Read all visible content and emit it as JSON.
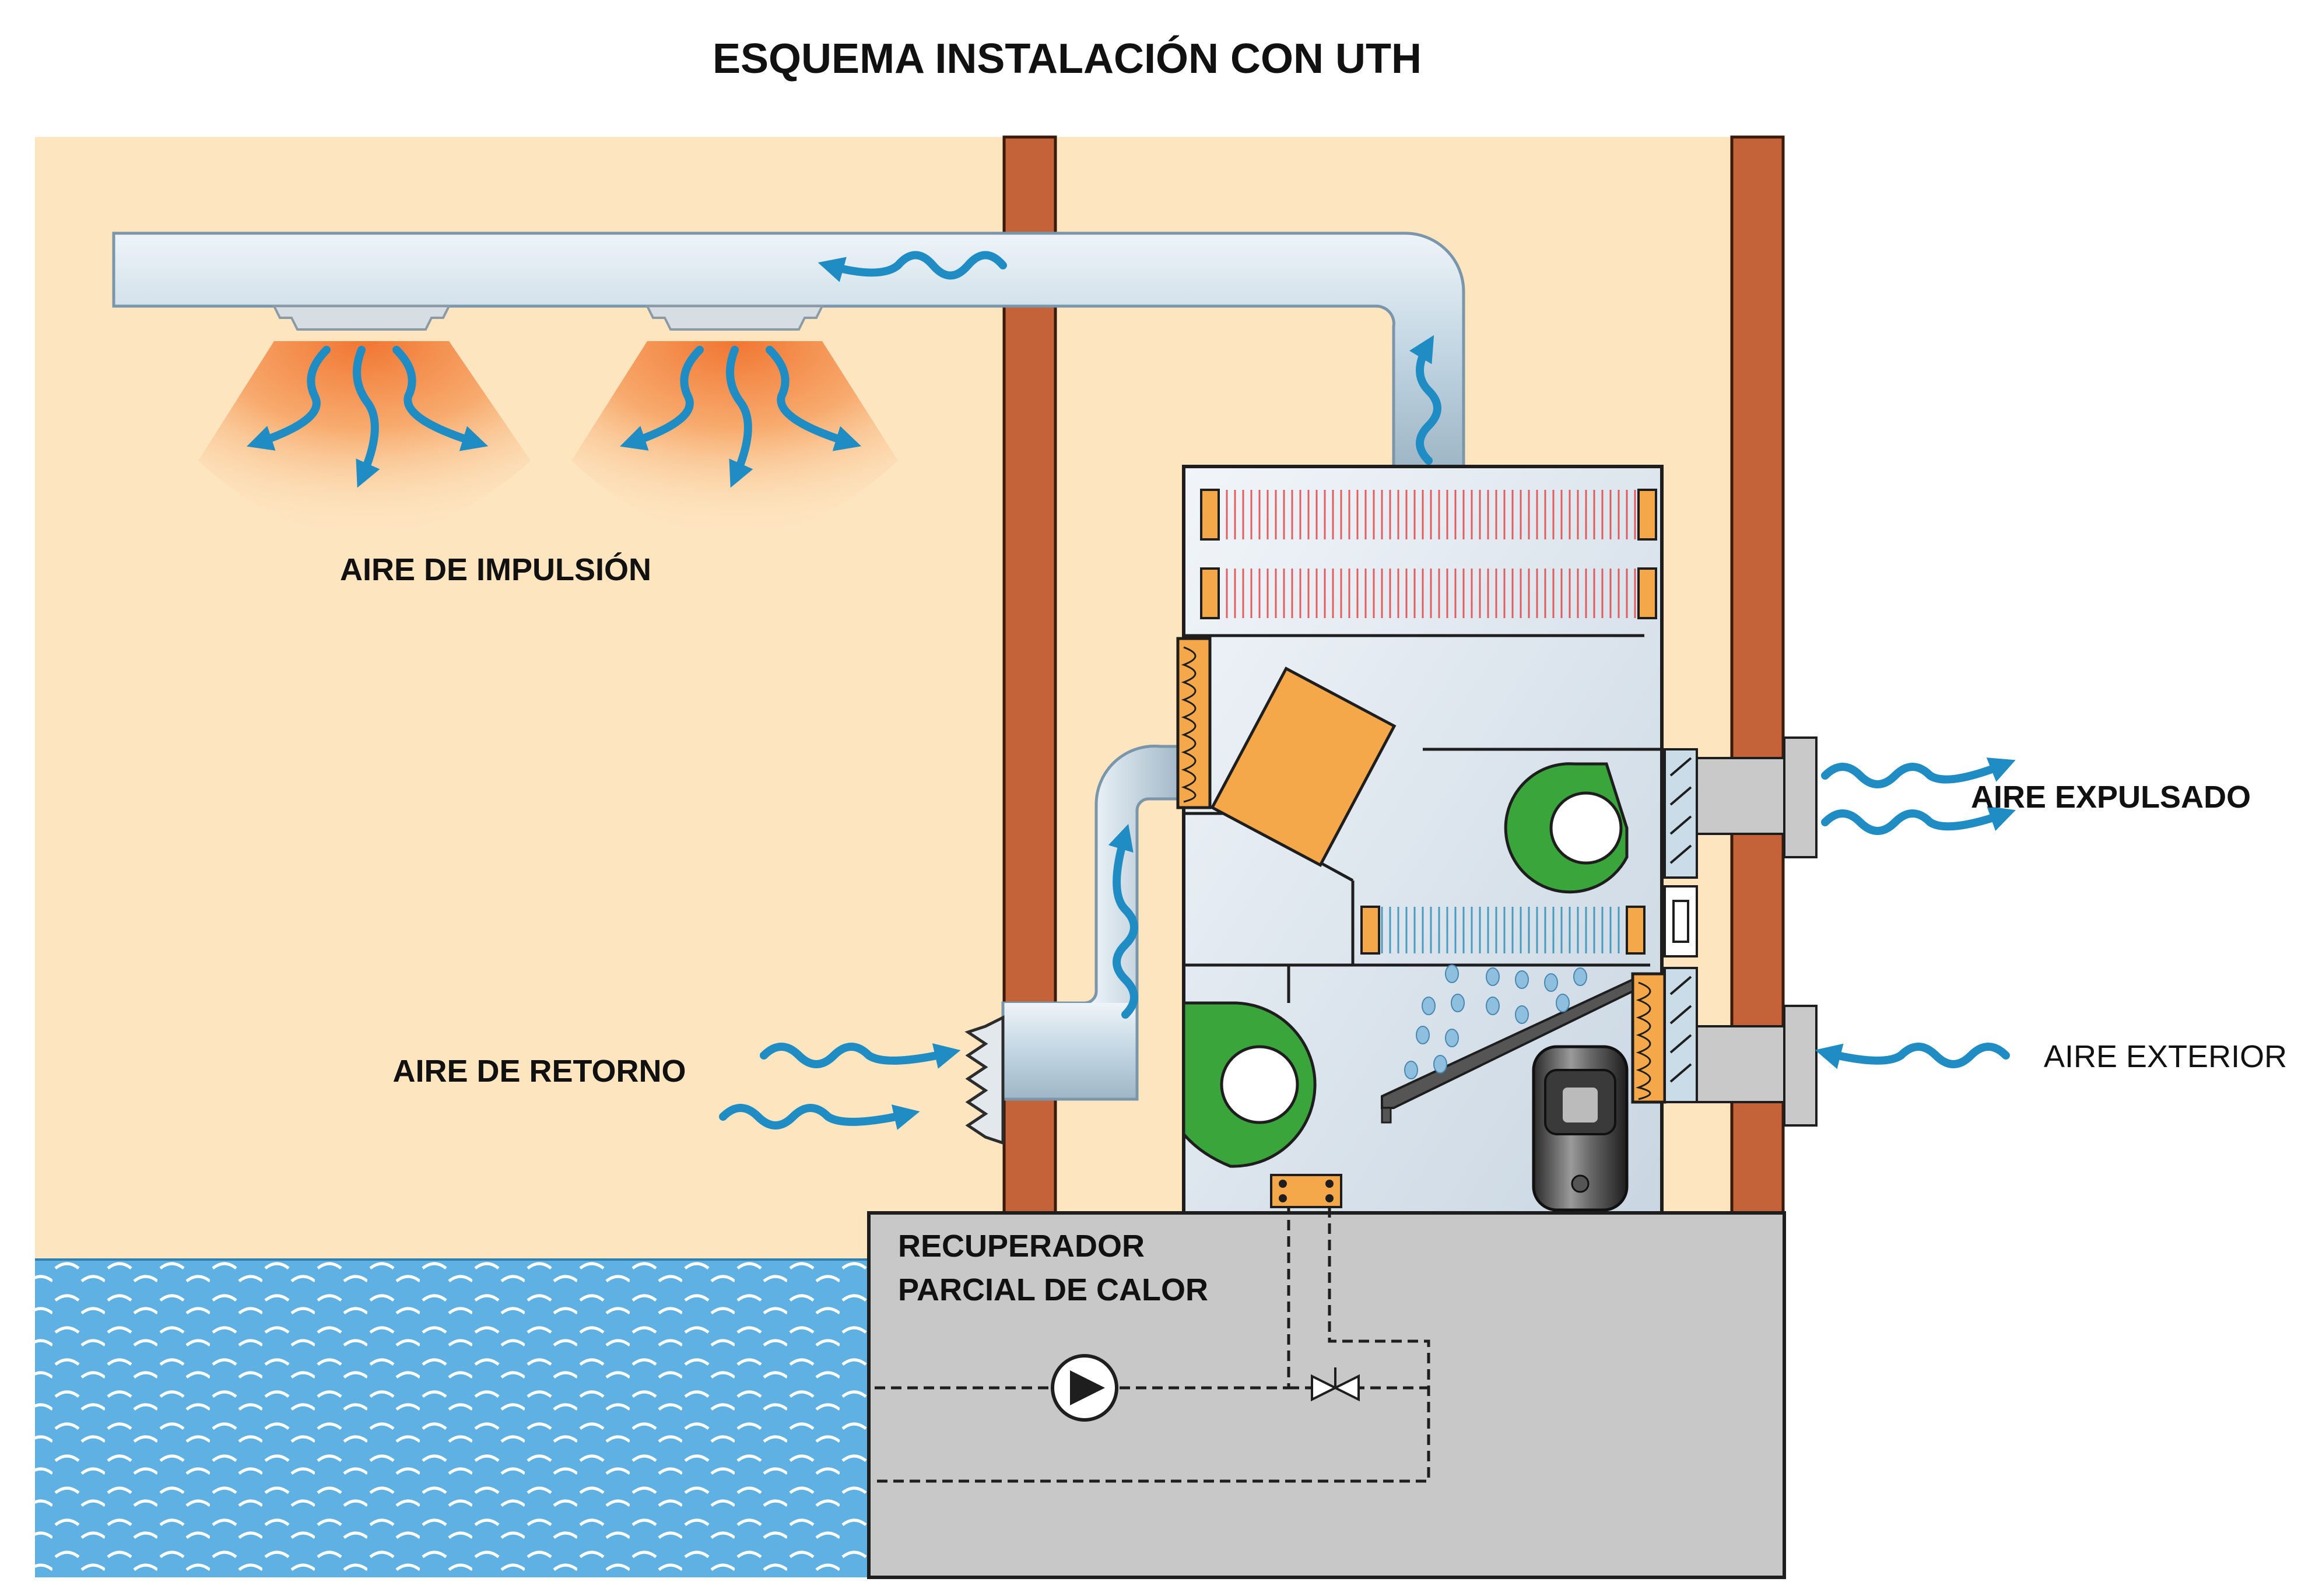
{
  "title": "ESQUEMA INSTALACIÓN CON UTH",
  "labels": {
    "supply_air": "AIRE DE IMPULSIÓN",
    "return_air": "AIRE DE RETORNO",
    "exhaust_air": "AIRE EXPULSADO",
    "outdoor_air": "AIRE EXTERIOR",
    "heat_recovery_line1": "RECUPERADOR",
    "heat_recovery_line2": "PARCIAL DE CALOR"
  },
  "colors": {
    "room_wall": "#fde5c0",
    "brick_column": "#c4623a",
    "duct": "#c9dce8",
    "arrow": "#1f8cc4",
    "unit_body": "#d9e3ec",
    "heat_exchanger": "#f4a84a",
    "fan": "#3aa53a",
    "pool_water": "#5eb1e2",
    "recovery_box": "#c8c8c8",
    "hot_coil": "#e34444",
    "cold_coil": "#2f8fb8"
  },
  "icons": [
    "fan-icon",
    "pump-icon",
    "valve-icon",
    "compressor-icon",
    "diffuser-icon",
    "damper-icon",
    "coil-icon",
    "water-drop-icon",
    "wave-arrow-icon"
  ]
}
